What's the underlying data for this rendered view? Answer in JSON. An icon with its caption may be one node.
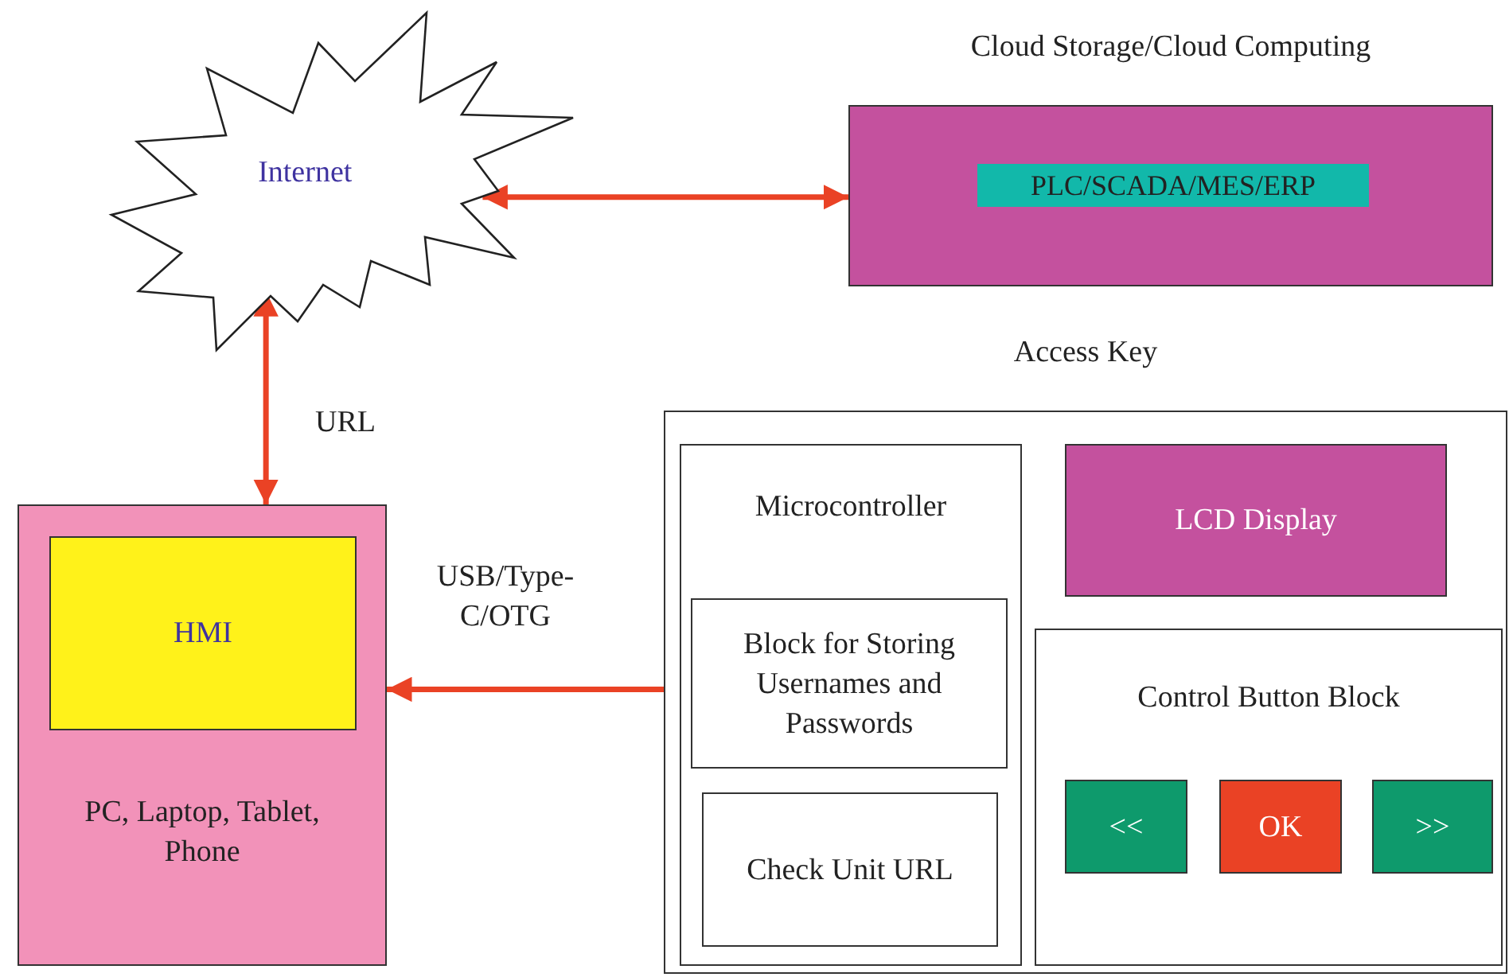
{
  "diagram": {
    "nodes": [
      {
        "text": [
          "Internet"
        ]
      },
      {
        "text": [
          "Cloud Storage/Cloud Computing"
        ]
      },
      {
        "text": [
          "PLC/SCADA/MES/ERP"
        ],
        "in": 1
      },
      {
        "text": [
          "Access Key"
        ]
      },
      {
        "text": [
          "Microcontroller"
        ],
        "in": 3
      },
      {
        "text": [
          "Block for Storing Usernames and Passwords"
        ],
        "in": 4
      },
      {
        "text": [
          "Check Unit URL"
        ],
        "in": 4
      },
      {
        "text": [
          "LCD Display"
        ],
        "in": 3
      },
      {
        "text": [
          "Control Button Block"
        ],
        "in": 3
      },
      {
        "text": [
          "<<"
        ],
        "in": 8
      },
      {
        "text": [
          "OK"
        ],
        "in": 8
      },
      {
        "text": [
          ">>"
        ],
        "in": 8
      },
      {
        "text": [
          "PC, Laptop, Tablet, Phone"
        ]
      },
      {
        "text": [
          "HMI"
        ],
        "in": 12
      }
    ],
    "edges": [
      {
        "from": 0,
        "to": 1,
        "arrow": "both"
      },
      {
        "from": 0,
        "to": 12,
        "arrow": "both",
        "label": "URL"
      },
      {
        "from": 3,
        "to": 12,
        "arrow": "to",
        "label": "USB/Type-C/OTG"
      }
    ]
  }
}
